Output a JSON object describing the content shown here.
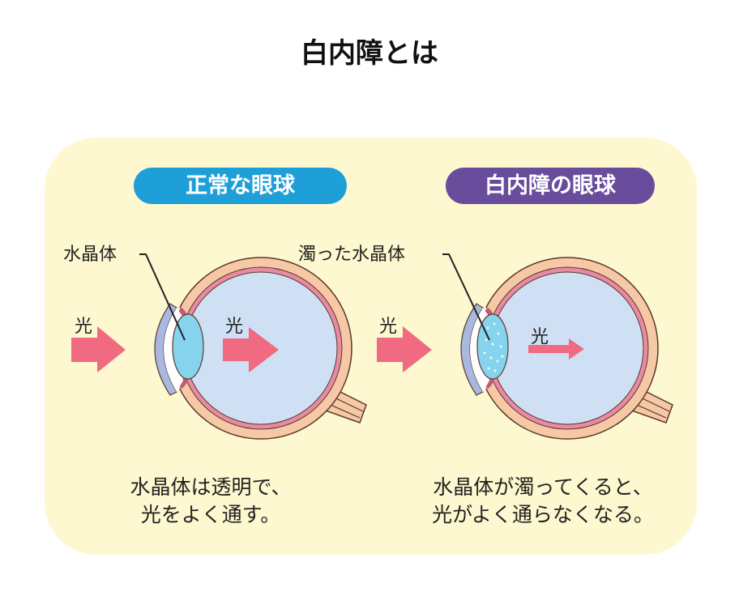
{
  "title": "白内障とは",
  "normal": {
    "heading": "正常な眼球",
    "lens_label": "水晶体",
    "light_outside": "光",
    "light_inside": "光",
    "caption_line1": "水晶体は透明で、",
    "caption_line2": "光をよく通す。"
  },
  "cataract": {
    "heading": "白内障の眼球",
    "lens_label": "濁った水晶体",
    "light_outside": "光",
    "light_inside": "光",
    "caption_line1": "水晶体が濁ってくると、",
    "caption_line2": "光がよく通らなくなる。"
  },
  "colors": {
    "panel": "#fdf8cf",
    "normal_pill": "#1f9fd8",
    "cataract_pill": "#6a4c9c",
    "arrow": "#f06b82",
    "lens": "#86d3ee",
    "vitreous": "#cfe0f5",
    "sclera": "#f6c8a6"
  }
}
